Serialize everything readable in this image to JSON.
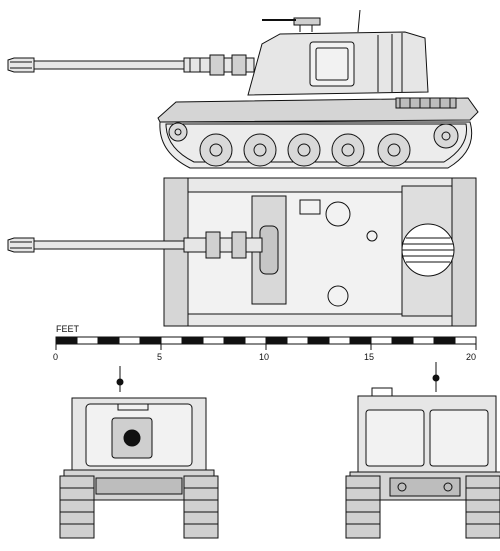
{
  "scale": {
    "unit_label": "FEET",
    "ticks": [
      "0",
      "5",
      "10",
      "15",
      "20"
    ]
  },
  "views": {
    "side": "side-view",
    "top": "top-view",
    "front": "front-view",
    "rear": "rear-view"
  },
  "colors": {
    "ink": "#111111",
    "hull_fill": "#e6e6e6",
    "shade": "#bdbdbd",
    "wheel_fill": "#d9d9d9",
    "paper": "#ffffff"
  }
}
